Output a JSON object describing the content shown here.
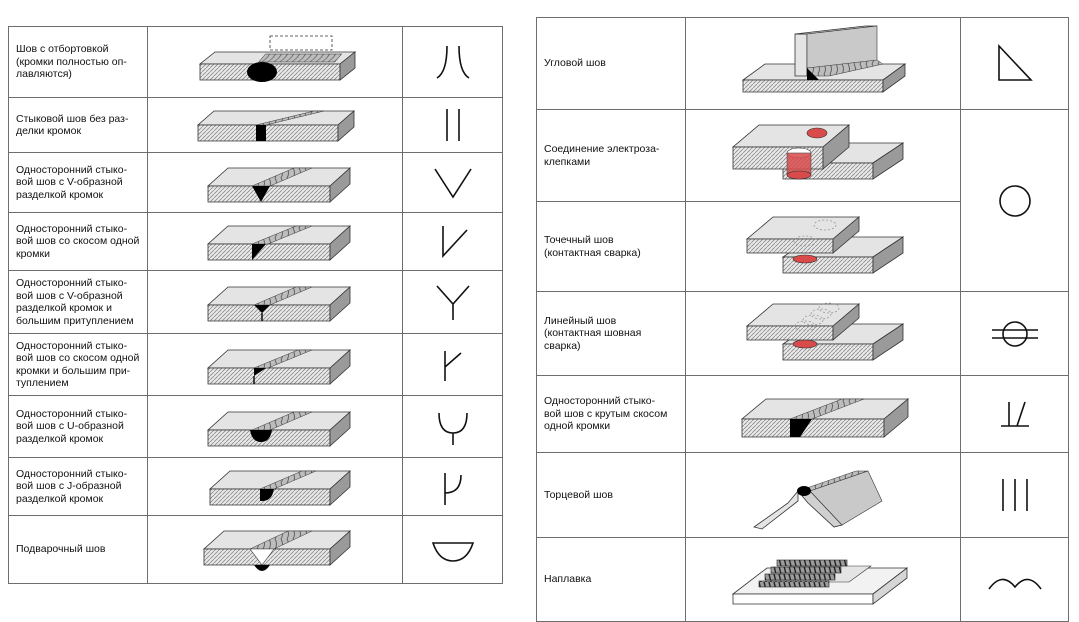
{
  "colors": {
    "border": "#6e6e6e",
    "metal_light": "#e4e4e4",
    "metal_mid": "#c9c9c9",
    "metal_dark": "#9a9a9a",
    "weld": "#000000",
    "spot_red": "#d94b4b"
  },
  "left_table": {
    "rows": [
      {
        "label": "Шов с отбортовкой\n(кромки полностью оп-\nлавляются)",
        "icon": "flanged-weld-symbol"
      },
      {
        "label": "Стыковой шов без раз-\nделки кромок",
        "icon": "square-butt-symbol"
      },
      {
        "label": "Односторонний стыко-\nвой шов с V-образной\nразделкой кромок",
        "icon": "v-groove-symbol"
      },
      {
        "label": "Односторонний стыко-\nвой шов со скосом одной\nкромки",
        "icon": "bevel-groove-symbol"
      },
      {
        "label": "Односторонний стыко-\nвой шов с V-образной\nразделкой кромок и\nбольшим притуплением",
        "icon": "y-groove-symbol"
      },
      {
        "label": "Односторонний стыко-\nвой шов со скосом одной\nкромки и большим при-\nтуплением",
        "icon": "bevel-root-face-symbol"
      },
      {
        "label": "Односторонний стыко-\nвой шов с U-образной\nразделкой кромок",
        "icon": "u-groove-symbol"
      },
      {
        "label": "Односторонний стыко-\nвой шов с J-образной\nразделкой кромок",
        "icon": "j-groove-symbol"
      },
      {
        "label": "Подварочный шов",
        "icon": "backing-weld-symbol"
      }
    ]
  },
  "right_table": {
    "rows": [
      {
        "label": "Угловой шов",
        "icon": "fillet-weld-symbol"
      },
      {
        "label": "Соединение электроза-\nклепками",
        "icon": "plug-weld-symbol"
      },
      {
        "label": "Точечный шов\n(контактная сварка)",
        "icon": "spot-weld-symbol"
      },
      {
        "label": "Линейный шов\n(контактная шовная\nсварка)",
        "icon": "seam-weld-symbol"
      },
      {
        "label": "Односторонний стыко-\nвой шов с крутым скосом\nодной кромки",
        "icon": "steep-bevel-symbol"
      },
      {
        "label": "Торцевой шов",
        "icon": "edge-weld-symbol"
      },
      {
        "label": "Наплавка",
        "icon": "surfacing-symbol"
      }
    ]
  }
}
